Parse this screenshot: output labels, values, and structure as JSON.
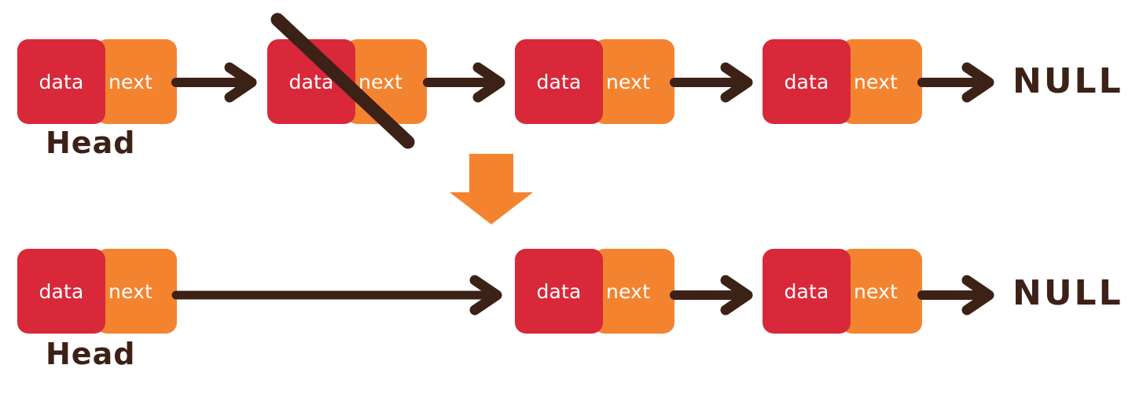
{
  "diagram": {
    "title": "Singly Linked List Node Deletion",
    "colors": {
      "data_cell": "#D8283A",
      "next_cell": "#F4832F",
      "ink": "#3C2117",
      "down_arrow": "#F4832F",
      "background": "#FFFFFF"
    },
    "labels": {
      "data": "data",
      "next": "next",
      "head": "Head",
      "null": "NULL"
    },
    "rows": [
      {
        "id": "before",
        "nodes": [
          {
            "id": "before-node-1",
            "data": "data",
            "next": "next",
            "struck": false,
            "head": true
          },
          {
            "id": "before-node-2",
            "data": "data",
            "next": "next",
            "struck": true,
            "head": false
          },
          {
            "id": "before-node-3",
            "data": "data",
            "next": "next",
            "struck": false,
            "head": false
          },
          {
            "id": "before-node-4",
            "data": "data",
            "next": "next",
            "struck": false,
            "head": false
          }
        ],
        "terminator": "NULL",
        "head_label": "Head"
      },
      {
        "id": "after",
        "nodes": [
          {
            "id": "after-node-1",
            "data": "data",
            "next": "next",
            "struck": false,
            "head": true
          },
          {
            "id": "after-node-2",
            "data": "data",
            "next": "next",
            "struck": false,
            "head": false
          },
          {
            "id": "after-node-3",
            "data": "data",
            "next": "next",
            "struck": false,
            "head": false
          }
        ],
        "terminator": "NULL",
        "head_label": "Head"
      }
    ],
    "transition": {
      "icon": "down-arrow-icon",
      "color": "#F4832F"
    },
    "strikethrough": {
      "icon": "strikethrough-slash-icon",
      "color": "#3C2117",
      "target": "before-node-2"
    }
  }
}
